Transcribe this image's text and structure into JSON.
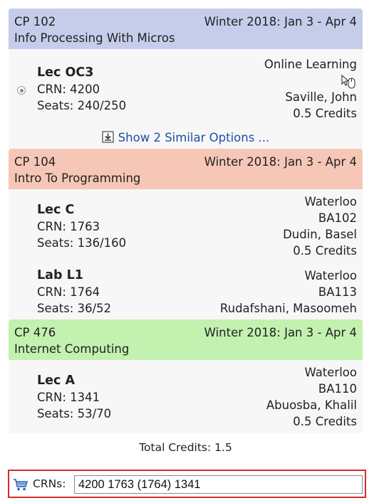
{
  "courses": [
    {
      "code": "CP 102",
      "term": "Winter 2018: Jan 3 - Apr 4",
      "title": "Info Processing With Micros",
      "color": "#c5cdea",
      "sections": [
        {
          "name": "Lec OC3",
          "crn": "CRN: 4200",
          "seats": "Seats: 240/250",
          "campus": "Online Learning",
          "room": "",
          "instructor": "Saville, John",
          "credits": "0.5 Credits",
          "icon": "mouse-icon"
        }
      ],
      "similar_label": "Show 2 Similar Options ..."
    },
    {
      "code": "CP 104",
      "term": "Winter 2018: Jan 3 - Apr 4",
      "title": "Intro To Programming",
      "color": "#f6c7b6",
      "sections": [
        {
          "name": "Lec C",
          "crn": "CRN: 1763",
          "seats": "Seats: 136/160",
          "campus": "Waterloo",
          "room": "BA102",
          "instructor": "Dudin, Basel",
          "credits": "0.5 Credits"
        },
        {
          "name": "Lab L1",
          "crn": "CRN: 1764",
          "seats": "Seats: 36/52",
          "campus": "Waterloo",
          "room": "BA113",
          "instructor": "Rudafshani, Masoomeh",
          "credits": ""
        }
      ]
    },
    {
      "code": "CP 476",
      "term": "Winter 2018: Jan 3 - Apr 4",
      "title": "Internet Computing",
      "color": "#c3f1b0",
      "sections": [
        {
          "name": "Lec A",
          "crn": "CRN: 1341",
          "seats": "Seats: 53/70",
          "campus": "Waterloo",
          "room": "BA110",
          "instructor": "Abuosba, Khalil",
          "credits": "0.5 Credits"
        }
      ]
    }
  ],
  "total_credits": "Total Credits: 1.5",
  "crn_bar": {
    "label": "CRNs:",
    "value": "4200 1763 (1764) 1341",
    "accent": "#d52b2b",
    "icon": "cart-icon"
  }
}
